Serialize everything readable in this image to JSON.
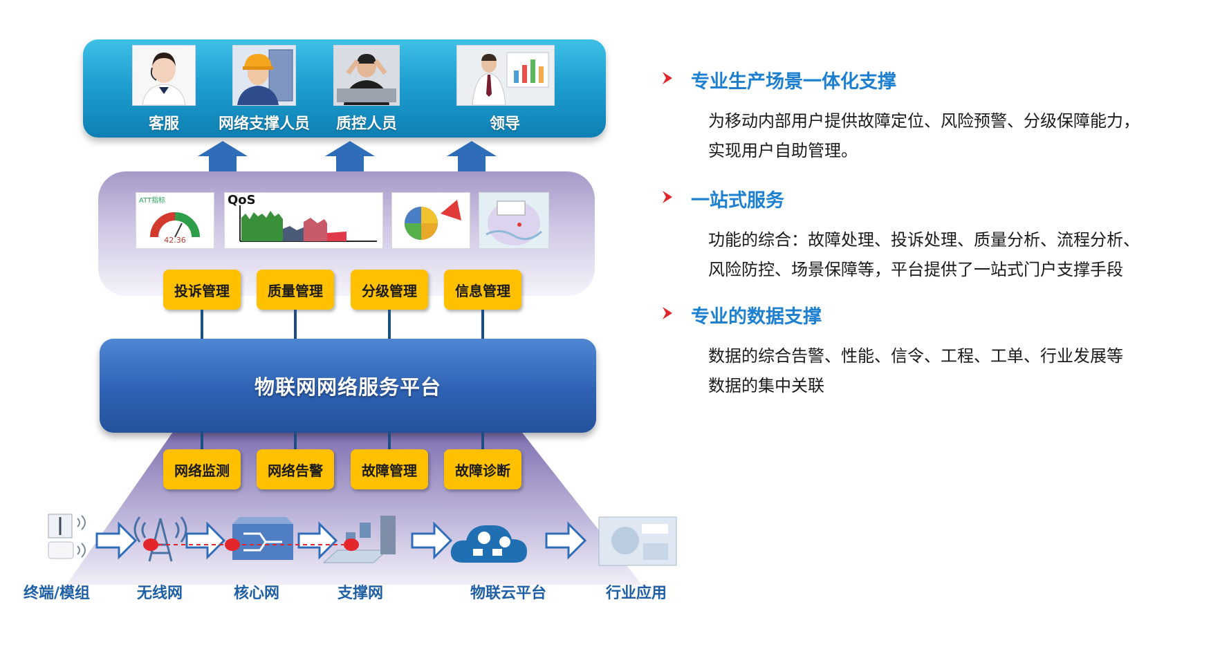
{
  "users": [
    {
      "label": "客服",
      "icon": "customer-service-photo"
    },
    {
      "label": "网络支撑人员",
      "icon": "network-engineer-photo"
    },
    {
      "label": "质控人员",
      "icon": "quality-control-photo"
    },
    {
      "label": "领导",
      "icon": "leader-photo"
    }
  ],
  "thumbnails": {
    "gauge_title": "ATT指标",
    "gauge_value": "42.36",
    "qos_title": "QoS"
  },
  "upper_modules": [
    "投诉管理",
    "质量管理",
    "分级管理",
    "信息管理"
  ],
  "platform": {
    "title": "物联网网络服务平台"
  },
  "lower_modules": [
    "网络监测",
    "网络告警",
    "故障管理",
    "故障诊断"
  ],
  "network_nodes": [
    "终端/模组",
    "无线网",
    "核心网",
    "支撑网",
    "物联云平台",
    "行业应用"
  ],
  "points": [
    {
      "title": "专业生产场景一体化支撑",
      "lines": [
        "为移动内部用户提供故障定位、风险预警、分级保障能力，",
        "实现用户自助管理。"
      ]
    },
    {
      "title": "一站式服务",
      "lines": [
        "功能的综合：故障处理、投诉处理、质量分析、流程分析、",
        "风险防控、场景保障等，平台提供了一站式门户支撑手段"
      ]
    },
    {
      "title": "专业的数据支撑",
      "lines": [
        "数据的综合告警、性能、信令、工程、工单、行业发展等",
        "数据的集中关联"
      ]
    }
  ],
  "colors": {
    "accent_blue": "#1c7fd0",
    "module_yellow": "#ffc000",
    "platform_blue": "#2f62b4",
    "marker_red": "#e3262c"
  }
}
